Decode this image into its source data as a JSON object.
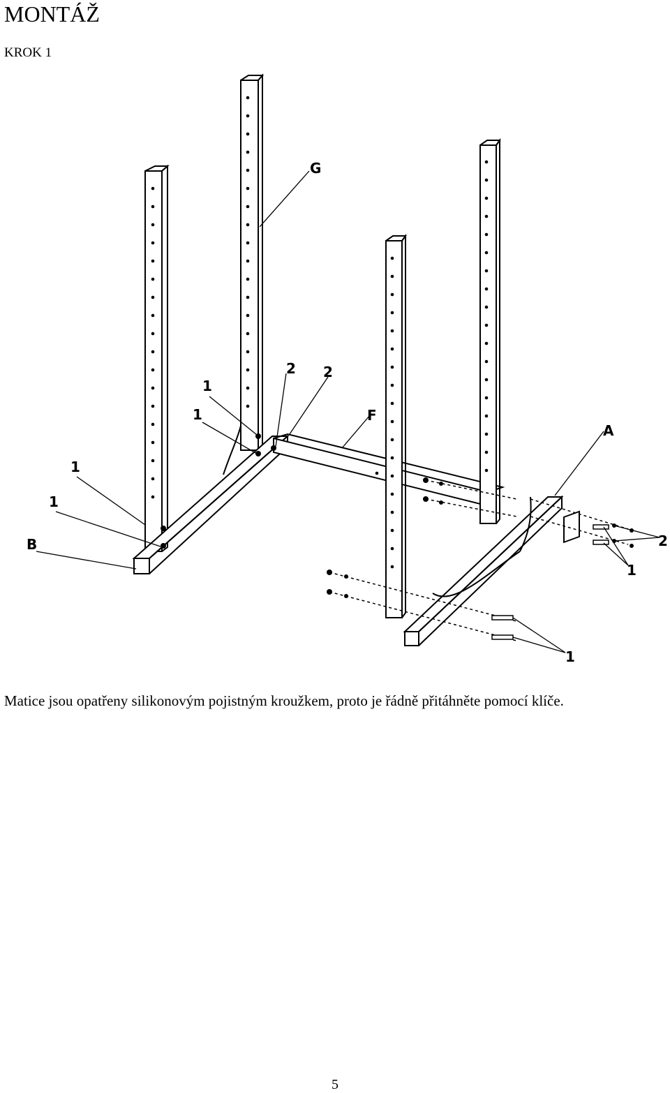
{
  "heading": {
    "title": "MONTÁŽ",
    "step": "KROK 1"
  },
  "figure": {
    "callouts": {
      "G": "G",
      "F": "F",
      "A": "A",
      "B": "B",
      "one": "1",
      "two": "2"
    }
  },
  "note": "Matice jsou opatřeny silikonovým pojistným kroužkem, proto je řádně přitáhněte pomocí klíče.",
  "page_number": "5"
}
